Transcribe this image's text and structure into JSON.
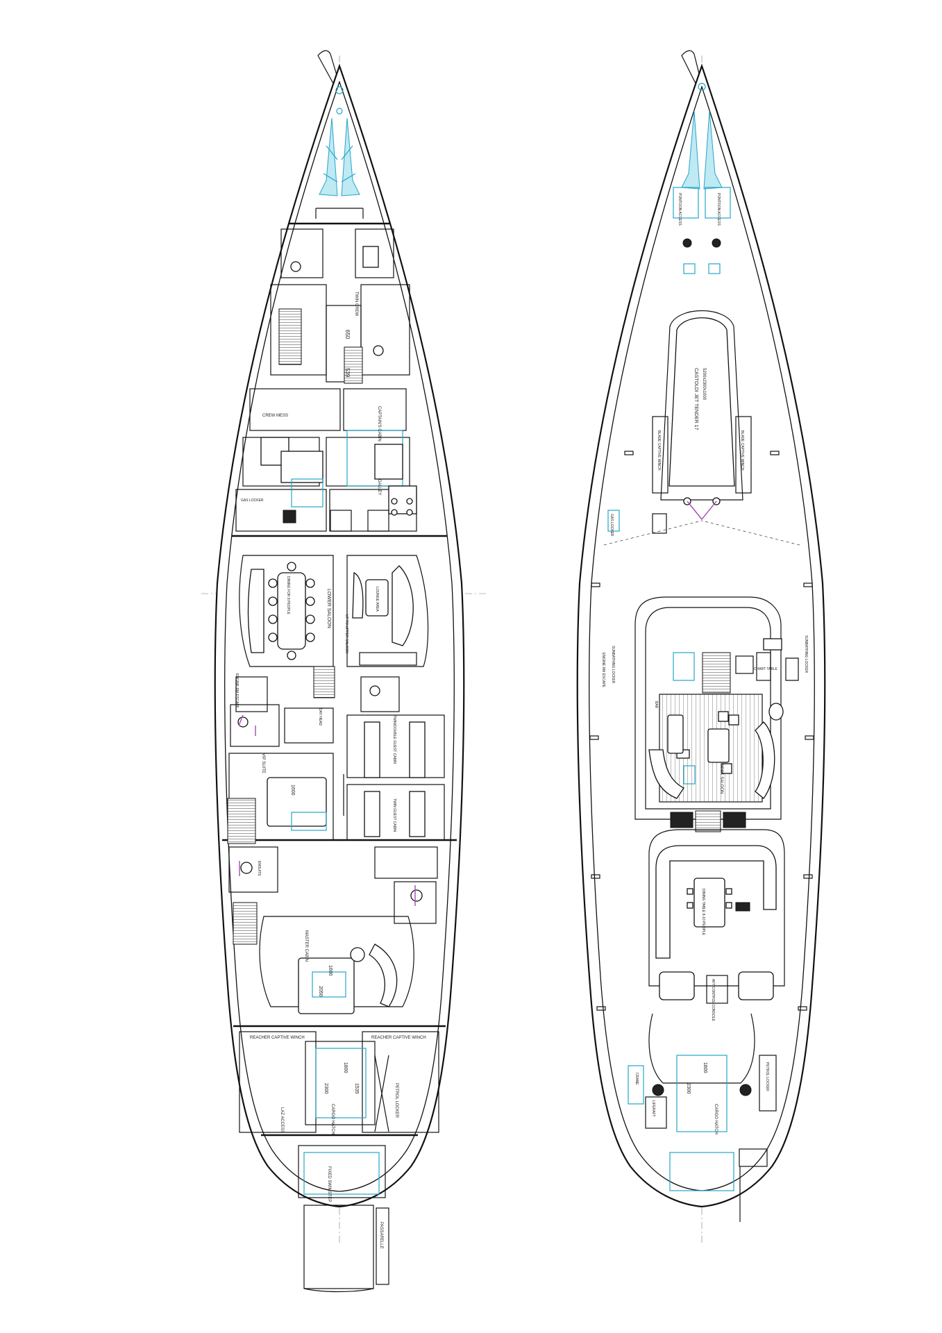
{
  "drawing": {
    "lower_deck": {
      "rooms": {
        "lower_saloon": "LOWER SALOON",
        "dining_table": "DINING FOR 8 PEOPLE",
        "lounge": "LOUNGE AREA",
        "stairs_up": "UP TO UPPER SALOON",
        "galley": "GALLEY",
        "captains_cabin": "CAPTAIN'S CABIN",
        "twin_crew": "TWIN CREW",
        "crew_mess": "CREW MESS",
        "vip_suite": "VIP SUITE",
        "twin_double_guest": "TWIN/DOUBLE GUEST CABIN",
        "twin_guest": "TWIN GUEST CABIN",
        "master_cabin": "MASTER CABIN",
        "ensuite": "ENSUITE",
        "day_head": "DAY HEAD",
        "reacher_winch_1": "REACHER CAPTIVE WINCH",
        "reacher_winch_2": "REACHER CAPTIVE WINCH",
        "cargo_hatch": "CARGO HATCH",
        "lazarette_access": "LAZ ACCESS",
        "fixed_swimstep": "FIXED SWIMSTEP",
        "passarelle": "PASSARELLE",
        "petrol_locker": "PETROL LOCKER",
        "gas_locker": "GAS LOCKER",
        "engine_room_escape": "ENGINE RM ESCAPE"
      },
      "dimensions": {
        "d650": "650",
        "d539": "539",
        "d2050": "2050",
        "d1600": "1600",
        "d1600b": "1600",
        "d1800": "1800",
        "d2300": "2300",
        "d1535": "1535"
      }
    },
    "upper_deck": {
      "tender_name": "CASTOLDI JET TENDER 17",
      "tender_size": "5200x2300x1000",
      "rooms": {
        "pontoon_access_1": "PONTOON ACCESS",
        "pontoon_access_2": "PONTOON ACCESS",
        "blade_winch_1": "BLADE CAPTIVE WINCH",
        "blade_winch_2": "BLADE CAPTIVE WINCH",
        "deck_saloon": "DECK SALOON",
        "chart_table": "CHART TABLE",
        "bar": "BAR",
        "dining_table": "DINING TABLE 8-10 PEOPLE",
        "engine_room_escape": "ENGINE RM ESCAPE",
        "gas_locker": "GAS LOCKER",
        "sunbathing_locker": "SUNBATHING LOCKER",
        "sunbathing_locker_2": "SUNBATHING LOCKER",
        "aft_control": "AFT CONTROL CONSOLE",
        "crane": "CRANE",
        "liferaft": "LIFERAFT",
        "cargo_hatch": "CARGO HATCH",
        "petrol_locker": "PETROL LOCKER"
      },
      "dimensions": {
        "d1800": "1800",
        "d2300": "2300"
      }
    }
  },
  "colors": {
    "line": "#111111",
    "cyan": "#22a6c8",
    "purple": "#a04bb0"
  }
}
